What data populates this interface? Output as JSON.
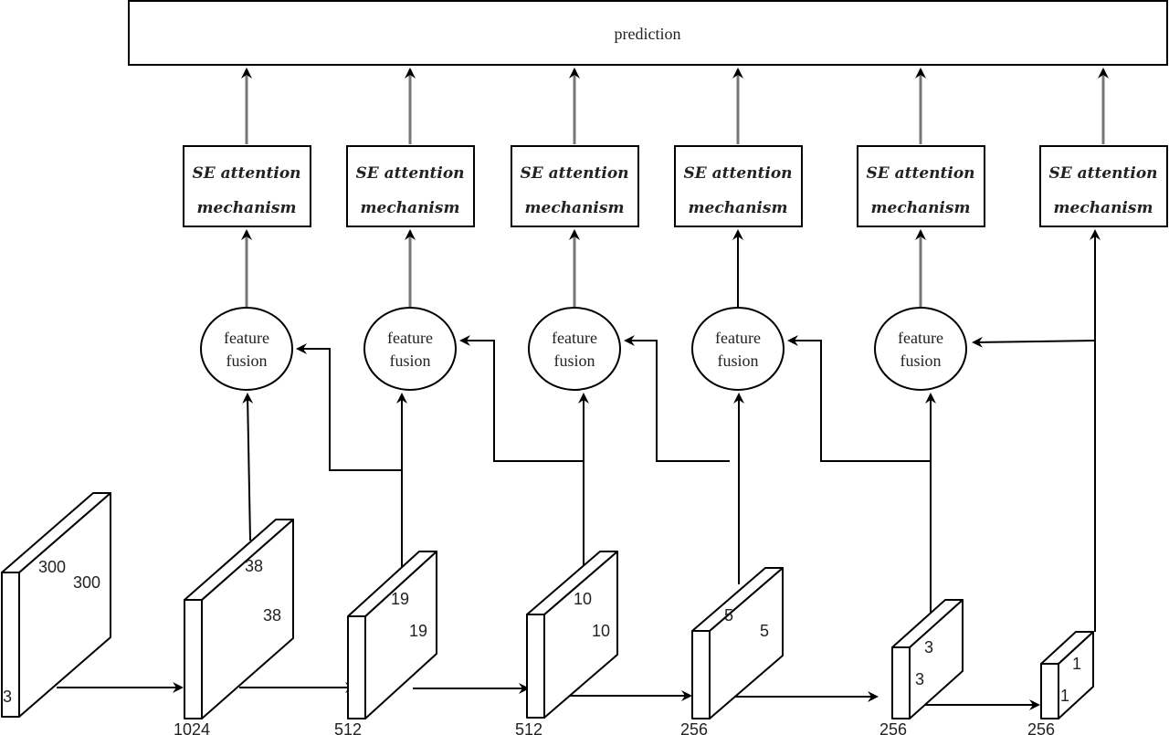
{
  "prediction": {
    "label": "prediction"
  },
  "se_blocks": [
    {
      "line1": "SE attention",
      "line2": "mechanism"
    },
    {
      "line1": "SE attention",
      "line2": "mechanism"
    },
    {
      "line1": "SE attention",
      "line2": "mechanism"
    },
    {
      "line1": "SE attention",
      "line2": "mechanism"
    },
    {
      "line1": "SE attention",
      "line2": "mechanism"
    },
    {
      "line1": "SE attention",
      "line2": "mechanism"
    }
  ],
  "fusion_nodes": [
    {
      "line1": "feature",
      "line2": "fusion"
    },
    {
      "line1": "feature",
      "line2": "fusion"
    },
    {
      "line1": "feature",
      "line2": "fusion"
    },
    {
      "line1": "feature",
      "line2": "fusion"
    },
    {
      "line1": "feature",
      "line2": "fusion"
    }
  ],
  "feature_maps": [
    {
      "channels": "3",
      "height": "300",
      "width": "300"
    },
    {
      "channels": "1024",
      "height": "38",
      "width": "38"
    },
    {
      "channels": "512",
      "height": "19",
      "width": "19"
    },
    {
      "channels": "512",
      "height": "10",
      "width": "10"
    },
    {
      "channels": "256",
      "height": "5",
      "width": "5"
    },
    {
      "channels": "256",
      "height": "3",
      "width": "3"
    },
    {
      "channels": "256",
      "height": "1",
      "width": "1"
    }
  ]
}
